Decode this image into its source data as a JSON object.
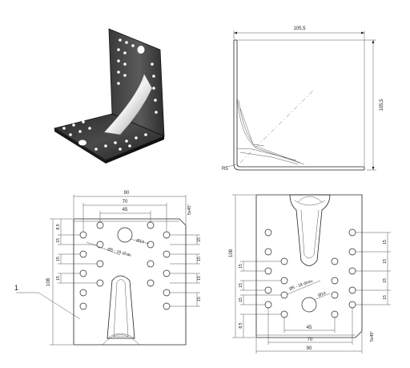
{
  "views": {
    "side": {
      "width": "105,5",
      "height": "105,5",
      "radius": "R5"
    },
    "front": {
      "width": "90",
      "inner_width": "70",
      "hole_spacing": "45",
      "height": "108",
      "top_offset": "8,5",
      "chamfer": "5x45°",
      "large_hole": "Ø14",
      "small_holes": "Ø5 - 18 dírav.",
      "row_pitch": "15",
      "part_number": "1"
    },
    "back": {
      "width": "90",
      "inner_width": "70",
      "hole_spacing": "45",
      "height": "108",
      "bottom_offset": "8,5",
      "chamfer": "5x45°",
      "large_hole": "Ø14",
      "small_holes": "Ø5 - 18 dírav.",
      "row_pitch": "15"
    }
  }
}
